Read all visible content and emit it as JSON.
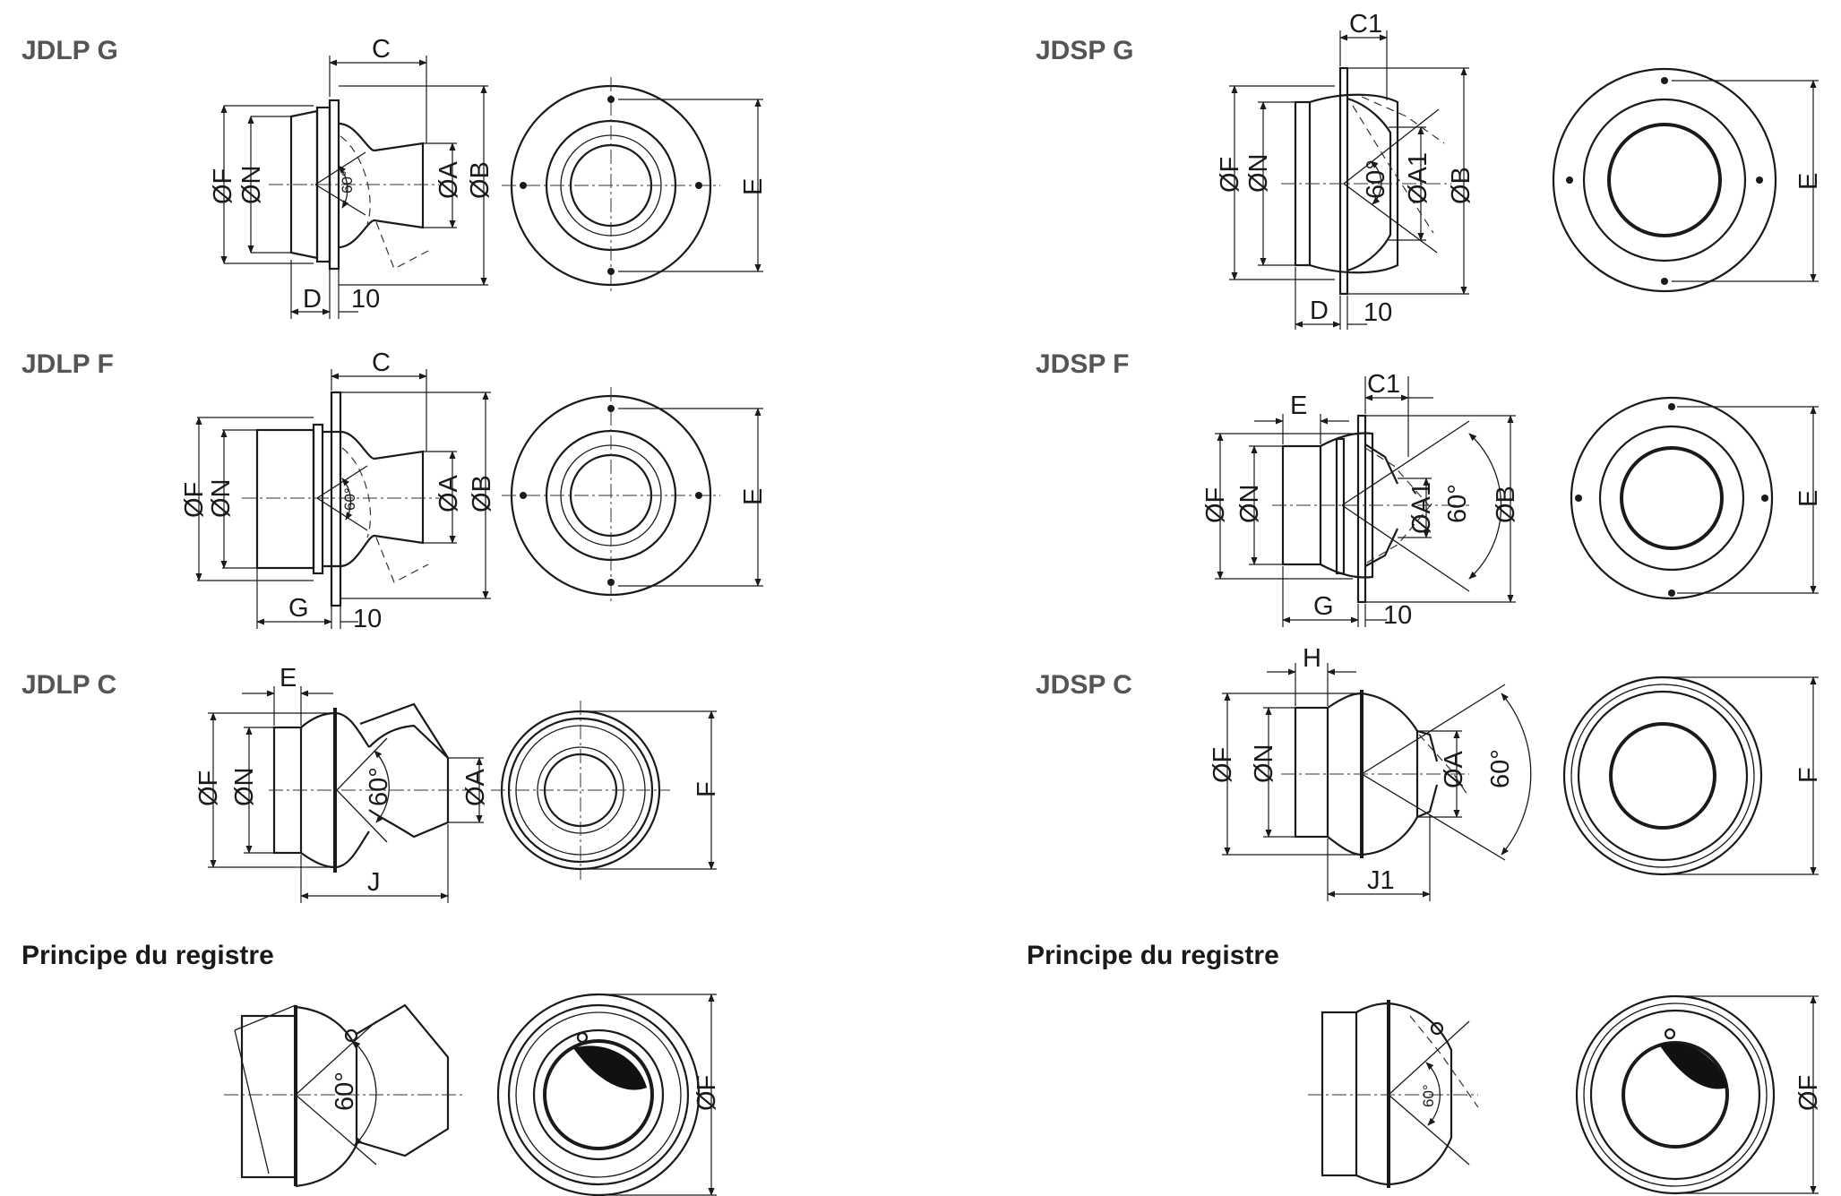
{
  "panels": {
    "jdlp_g": {
      "title": "JDLP G",
      "dims": {
        "c": "C",
        "d": "D",
        "ten": "10",
        "phi_f": "ØF",
        "phi_n": "ØN",
        "phi_a": "ØA",
        "phi_b": "ØB",
        "e": "E",
        "angle": "60°"
      }
    },
    "jdlp_f": {
      "title": "JDLP F",
      "dims": {
        "c": "C",
        "g": "G",
        "ten": "10",
        "phi_f": "ØF",
        "phi_n": "ØN",
        "phi_a": "ØA",
        "phi_b": "ØB",
        "e": "E",
        "angle": "60°"
      }
    },
    "jdlp_c": {
      "title": "JDLP C",
      "dims": {
        "e": "E",
        "j": "J",
        "phi_f": "ØF",
        "phi_n": "ØN",
        "phi_a": "ØA",
        "f": "F",
        "angle": "60°"
      }
    },
    "jdsp_g": {
      "title": "JDSP G",
      "dims": {
        "c1": "C1",
        "d": "D",
        "ten": "10",
        "phi_f": "ØF",
        "phi_n": "ØN",
        "phi_a1": "ØA1",
        "phi_b": "ØB",
        "e": "E",
        "angle": "60°"
      }
    },
    "jdsp_f": {
      "title": "JDSP F",
      "dims": {
        "e_top": "E",
        "c1": "C1",
        "g": "G",
        "ten": "10",
        "phi_f": "ØF",
        "phi_n": "ØN",
        "phi_a1": "ØA1",
        "phi_b": "ØB",
        "e": "E",
        "angle": "60°"
      }
    },
    "jdsp_c": {
      "title": "JDSP C",
      "dims": {
        "h": "H",
        "j1": "J1",
        "phi_f": "ØF",
        "phi_n": "ØN",
        "phi_a": "ØA",
        "f": "F",
        "angle": "60°"
      }
    },
    "principle_left": {
      "title": "Principe du registre",
      "dims": {
        "angle": "60°",
        "phi_f": "ØF"
      }
    },
    "principle_right": {
      "title": "Principe du registre",
      "dims": {
        "angle": "60°",
        "phi_f": "ØF"
      }
    }
  }
}
